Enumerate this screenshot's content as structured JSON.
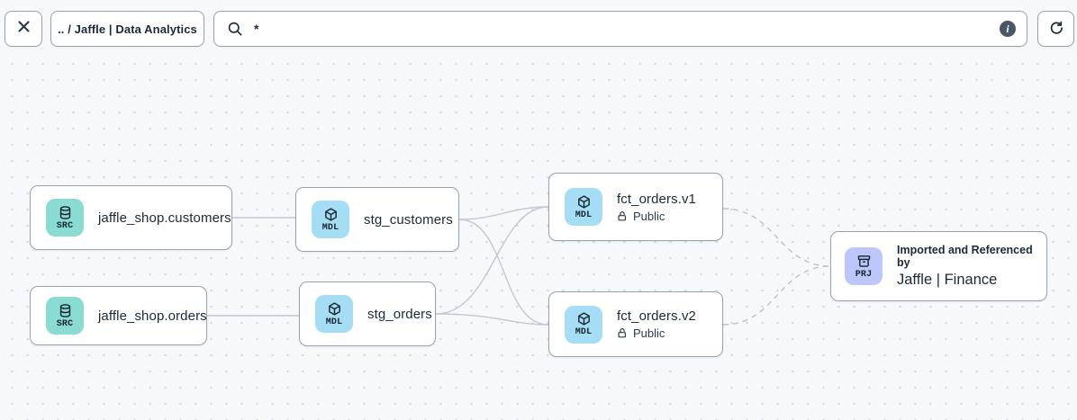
{
  "toolbar": {
    "close": {
      "icon": "close-icon"
    },
    "breadcrumb": ".. / Jaffle | Data Analytics",
    "search": {
      "value": "*",
      "icon": "search-icon",
      "info_icon": "info-icon",
      "info_glyph": "i"
    },
    "refresh": {
      "icon": "refresh-icon"
    }
  },
  "nodes": {
    "src_customers": {
      "badge": "SRC",
      "icon": "database-icon",
      "title": "jaffle_shop.customers"
    },
    "src_orders": {
      "badge": "SRC",
      "icon": "database-icon",
      "title": "jaffle_shop.orders"
    },
    "stg_customers": {
      "badge": "MDL",
      "icon": "cube-icon",
      "title": "stg_customers"
    },
    "stg_orders": {
      "badge": "MDL",
      "icon": "cube-icon",
      "title": "stg_orders"
    },
    "fct_orders_v1": {
      "badge": "MDL",
      "icon": "cube-icon",
      "title": "fct_orders.v1",
      "access": "Public",
      "access_icon": "lock-open-icon"
    },
    "fct_orders_v2": {
      "badge": "MDL",
      "icon": "cube-icon",
      "title": "fct_orders.v2",
      "access": "Public",
      "access_icon": "lock-open-icon"
    },
    "prj_finance": {
      "badge": "PRJ",
      "icon": "archive-box-icon",
      "pretitle": "Imported and Referenced by",
      "title": "Jaffle | Finance"
    }
  },
  "edges": [
    {
      "from": "jaffle_shop.customers",
      "to": "stg_customers",
      "style": "solid"
    },
    {
      "from": "jaffle_shop.orders",
      "to": "stg_orders",
      "style": "solid"
    },
    {
      "from": "stg_customers",
      "to": "fct_orders.v1",
      "style": "solid"
    },
    {
      "from": "stg_customers",
      "to": "fct_orders.v2",
      "style": "solid"
    },
    {
      "from": "stg_orders",
      "to": "fct_orders.v1",
      "style": "solid"
    },
    {
      "from": "stg_orders",
      "to": "fct_orders.v2",
      "style": "solid"
    },
    {
      "from": "fct_orders.v1",
      "to": "Jaffle | Finance",
      "style": "dashed"
    },
    {
      "from": "fct_orders.v2",
      "to": "Jaffle | Finance",
      "style": "dashed"
    }
  ],
  "colors": {
    "canvas_bg": "#f7f8fa",
    "dot": "#d3d6dc",
    "control_border": "#9aa2ae",
    "node_border": "#9aa2ae",
    "text_dark": "#1b2a38",
    "src_bg": "#8adcd2",
    "mdl_bg": "#a5ddf4",
    "prj_bg": "#bec7f9",
    "edge": "#c2c7d1",
    "edge_dashed": "#bcc2cc",
    "info_bg": "#4c5664"
  }
}
